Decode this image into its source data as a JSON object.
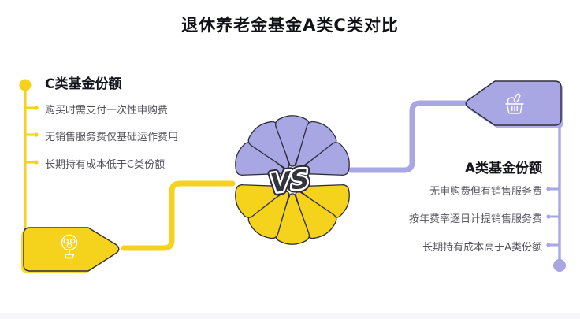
{
  "title": "退休养老金基金A类C类对比",
  "center": {
    "vs_label": "VS"
  },
  "left_panel": {
    "header": "C类基金份额",
    "items": [
      "购买时需支付一次性申购费",
      "无销售服务费仅基础运作费用",
      "长期持有成本低于C类份额"
    ],
    "icon": "money-tree-icon"
  },
  "right_panel": {
    "header": "A类基金份额",
    "items": [
      "无申购费但有销售服务费",
      "按年费率逐日计提销售服务费",
      "长期持有成本高于A类份额"
    ],
    "icon": "shopping-basket-icon"
  },
  "colors": {
    "yellow": "#F5D21C",
    "purple": "#A8A6E3",
    "outline": "#2E2E3A",
    "heading_text": "#15151c",
    "body_text": "#52505a"
  }
}
